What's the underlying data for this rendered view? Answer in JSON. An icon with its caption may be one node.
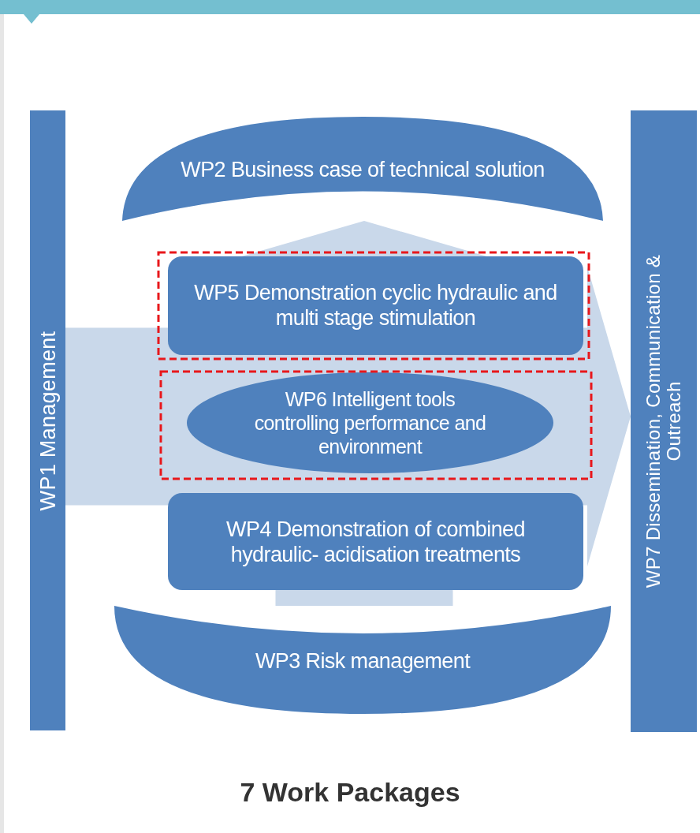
{
  "diagram": {
    "caption": "7 Work Packages",
    "nodes": [
      {
        "text": [
          "WP1 Management"
        ]
      },
      {
        "text": [
          "WP7 Dissemination, Communication & Outreach"
        ]
      },
      {
        "text": [
          "WP2 Business case of technical solution"
        ]
      },
      {
        "text": [
          "WP5 Demonstration cyclic hydraulic and multi stage stimulation"
        ]
      },
      {
        "text": [
          "WP6 Intelligent tools controlling  performance and environment"
        ]
      },
      {
        "text": [
          "WP4 Demonstration of combined hydraulic- acidisation treatments"
        ]
      },
      {
        "text": [
          "WP3 Risk management"
        ]
      }
    ],
    "edges": [
      {
        "from": 0,
        "to": 1,
        "arrow": "to",
        "style": "thick"
      },
      {
        "from": 6,
        "to": 2,
        "arrow": "to",
        "style": "thick"
      }
    ]
  }
}
